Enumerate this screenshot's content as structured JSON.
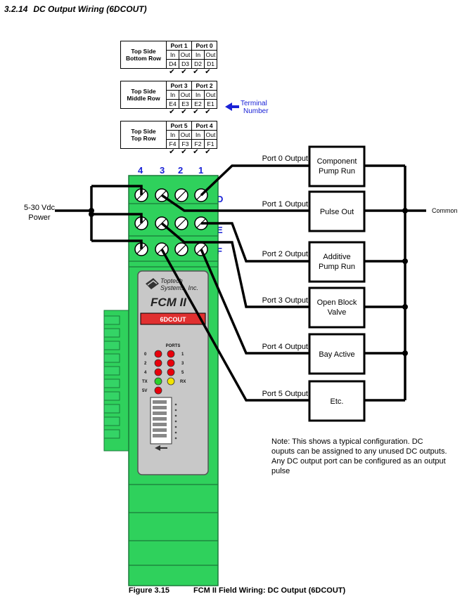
{
  "section": {
    "number": "3.2.14",
    "title": "DC Output Wiring (6DCOUT)"
  },
  "tables": [
    {
      "label_line1": "Top Side",
      "label_line2": "Bottom Row",
      "ports": [
        "Port 1",
        "Port 0"
      ],
      "headers": [
        "In",
        "Out",
        "In",
        "Out"
      ],
      "terminals": [
        "D4",
        "D3",
        "D2",
        "D1"
      ]
    },
    {
      "label_line1": "Top Side",
      "label_line2": "Middle Row",
      "ports": [
        "Port 3",
        "Port 2"
      ],
      "headers": [
        "In",
        "Out",
        "In",
        "Out"
      ],
      "terminals": [
        "E4",
        "E3",
        "E2",
        "E1"
      ]
    },
    {
      "label_line1": "Top Side",
      "label_line2": "Top Row",
      "ports": [
        "Port 5",
        "Port 4"
      ],
      "headers": [
        "In",
        "Out",
        "In",
        "Out"
      ],
      "terminals": [
        "F4",
        "F3",
        "F2",
        "F1"
      ]
    }
  ],
  "check_mark": "✔",
  "terminal_callout": {
    "line1": "Terminal",
    "line2": "Number"
  },
  "column_numbers": [
    "4",
    "3",
    "2",
    "1"
  ],
  "row_letters": [
    "D",
    "E",
    "F"
  ],
  "power_label": {
    "line1": "5-30 Vdc",
    "line2": "Power"
  },
  "common_label": "Common",
  "outputs": [
    {
      "port_label": "Port 0 Output",
      "device_line1": "Component",
      "device_line2": "Pump Run"
    },
    {
      "port_label": "Port 1 Output",
      "device_line1": "Pulse Out",
      "device_line2": ""
    },
    {
      "port_label": "Port 2 Output",
      "device_line1": "Additive",
      "device_line2": "Pump Run"
    },
    {
      "port_label": "Port 3 Output",
      "device_line1": "Open Block",
      "device_line2": "Valve"
    },
    {
      "port_label": "Port 4 Output",
      "device_line1": "Bay Active",
      "device_line2": ""
    },
    {
      "port_label": "Port 5 Output",
      "device_line1": "Etc.",
      "device_line2": ""
    }
  ],
  "module": {
    "brand_line1": "Toptech",
    "brand_line2": "Systems, Inc.",
    "model": "FCM II",
    "card": "6DCOUT",
    "leds_title": "PORTS",
    "led_labels_left": [
      "0",
      "2",
      "4",
      "TX",
      "5V"
    ],
    "led_labels_right": [
      "1",
      "3",
      "5",
      "RX",
      ""
    ],
    "led_colors": {
      "red": "#e8000b",
      "green": "#2bd12b",
      "yellow": "#f2e400",
      "housing": "#2fd15c",
      "face": "#c8c8c8",
      "card": "#e03030"
    }
  },
  "note": "Note:  This shows a typical configuration. DC ouputs can be assigned to any unused DC outputs.  Any DC output port can be configured as an output pulse",
  "figure": {
    "number": "Figure 3.15",
    "title": "FCM II Field Wiring: DC Output (6DCOUT)"
  }
}
